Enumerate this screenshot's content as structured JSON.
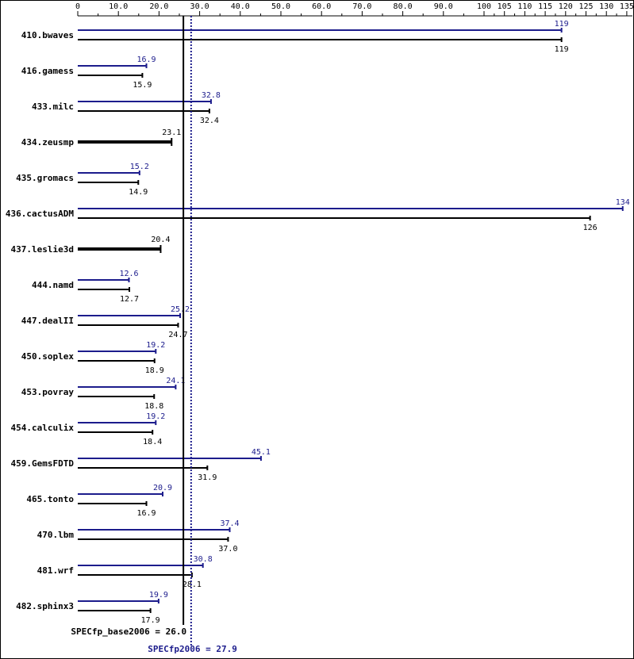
{
  "chart_data": {
    "type": "bar",
    "orientation": "horizontal",
    "x_ticks": [
      0,
      10.0,
      20.0,
      30.0,
      40.0,
      50.0,
      60.0,
      70.0,
      80.0,
      90.0,
      100,
      105,
      110,
      115,
      120,
      125,
      130,
      135
    ],
    "x_tick_labels": [
      "0",
      "10.0",
      "20.0",
      "30.0",
      "40.0",
      "50.0",
      "60.0",
      "70.0",
      "80.0",
      "90.0",
      "100",
      "105",
      "110",
      "115",
      "120",
      "125",
      "130",
      "135"
    ],
    "xlim": [
      0,
      135
    ],
    "categories": [
      "410.bwaves",
      "416.gamess",
      "433.milc",
      "434.zeusmp",
      "435.gromacs",
      "436.cactusADM",
      "437.leslie3d",
      "444.namd",
      "447.dealII",
      "450.soplex",
      "453.povray",
      "454.calculix",
      "459.GemsFDTD",
      "465.tonto",
      "470.lbm",
      "481.wrf",
      "482.sphinx3"
    ],
    "series": [
      {
        "key": "peak",
        "values": [
          119,
          16.9,
          32.8,
          null,
          15.2,
          134,
          null,
          12.6,
          25.2,
          19.2,
          24.1,
          19.2,
          45.1,
          20.9,
          37.4,
          30.8,
          19.9
        ],
        "labels": [
          "119",
          "16.9",
          "32.8",
          "",
          "15.2",
          "134",
          "",
          "12.6",
          "25.2",
          "19.2",
          "24.1",
          "19.2",
          "45.1",
          "20.9",
          "37.4",
          "30.8",
          "19.9"
        ]
      },
      {
        "key": "base",
        "values": [
          119,
          15.9,
          32.4,
          23.1,
          14.9,
          126,
          20.4,
          12.7,
          24.7,
          18.9,
          18.8,
          18.4,
          31.9,
          16.9,
          37.0,
          28.1,
          17.9
        ],
        "labels": [
          "119",
          "15.9",
          "32.4",
          "23.1",
          "14.9",
          "126",
          "20.4",
          "12.7",
          "24.7",
          "18.9",
          "18.8",
          "18.4",
          "31.9",
          "16.9",
          "37.0",
          "28.1",
          "17.9"
        ]
      }
    ],
    "reference_lines": {
      "base": {
        "value": 26.0,
        "label": "SPECfp_base2006 = 26.0"
      },
      "peak": {
        "value": 27.9,
        "label": "SPECfp2006 = 27.9"
      }
    },
    "colors": {
      "peak": "#1c1c8c",
      "base": "#000000"
    },
    "grid": false,
    "legend": "none"
  }
}
